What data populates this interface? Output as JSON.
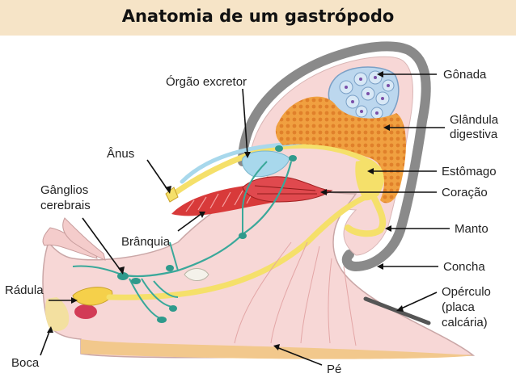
{
  "title": "Anatomia de um gastrópodo",
  "labels": {
    "gonada": "Gônada",
    "glandula_1": "Glândula",
    "glandula_2": "digestiva",
    "estomago": "Estômago",
    "coracao": "Coração",
    "manto": "Manto",
    "concha": "Concha",
    "operculo_1": "Opérculo",
    "operculo_2": "(placa",
    "operculo_3": "calcária)",
    "pe": "Pé",
    "boca": "Boca",
    "radula": "Rádula",
    "ganglios_1": "Gânglios",
    "ganglios_2": "cerebrais",
    "anus": "Ânus",
    "orgao_excretor": "Órgão excretor",
    "branquia": "Brânquia"
  },
  "colors": {
    "shell": "#8a8a8a",
    "body": "#f7d7d6",
    "gut": "#f5e06a",
    "nerve": "#3aa89a",
    "gonad": "#bcd7ee",
    "gland": "#f0a040",
    "gill": "#d83a3a",
    "excretor": "#a8d8ec",
    "header": "#f6e4c7"
  }
}
